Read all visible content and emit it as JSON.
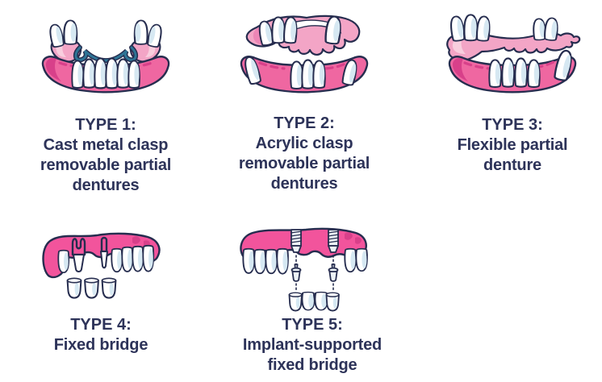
{
  "colors": {
    "background": "#ffffff",
    "text_navy": "#2d3359",
    "outline": "#262d4f",
    "gum_pink": "#ef67a1",
    "gum_dark": "#d8408a",
    "gum_bright": "#f2549c",
    "denture_pink": "#f3a5c6",
    "denture_light": "#f8cede",
    "denture_dark": "#ec86b6",
    "tooth_white": "#ffffff",
    "tooth_blue": "#d6e8f2",
    "metal_blue": "#2e7495",
    "implant_gray": "#edf3f7"
  },
  "cards": [
    {
      "id": "type-1",
      "title": "TYPE 1:",
      "caption_lines": [
        "Cast metal clasp",
        "removable partial",
        "dentures"
      ],
      "illustration": "cast-metal-clasp-removable-partial-dentures"
    },
    {
      "id": "type-2",
      "title": "TYPE 2:",
      "caption_lines": [
        "Acrylic clasp",
        "removable partial",
        "dentures"
      ],
      "illustration": "acrylic-clasp-removable-partial-dentures"
    },
    {
      "id": "type-3",
      "title": "TYPE 3:",
      "caption_lines": [
        "Flexible partial",
        "denture"
      ],
      "illustration": "flexible-partial-denture"
    },
    {
      "id": "type-4",
      "title": "TYPE 4:",
      "caption_lines": [
        "Fixed bridge"
      ],
      "illustration": "fixed-bridge"
    },
    {
      "id": "type-5",
      "title": "TYPE 5:",
      "caption_lines": [
        "Implant-supported",
        "fixed bridge"
      ],
      "illustration": "implant-supported-fixed-bridge"
    }
  ]
}
